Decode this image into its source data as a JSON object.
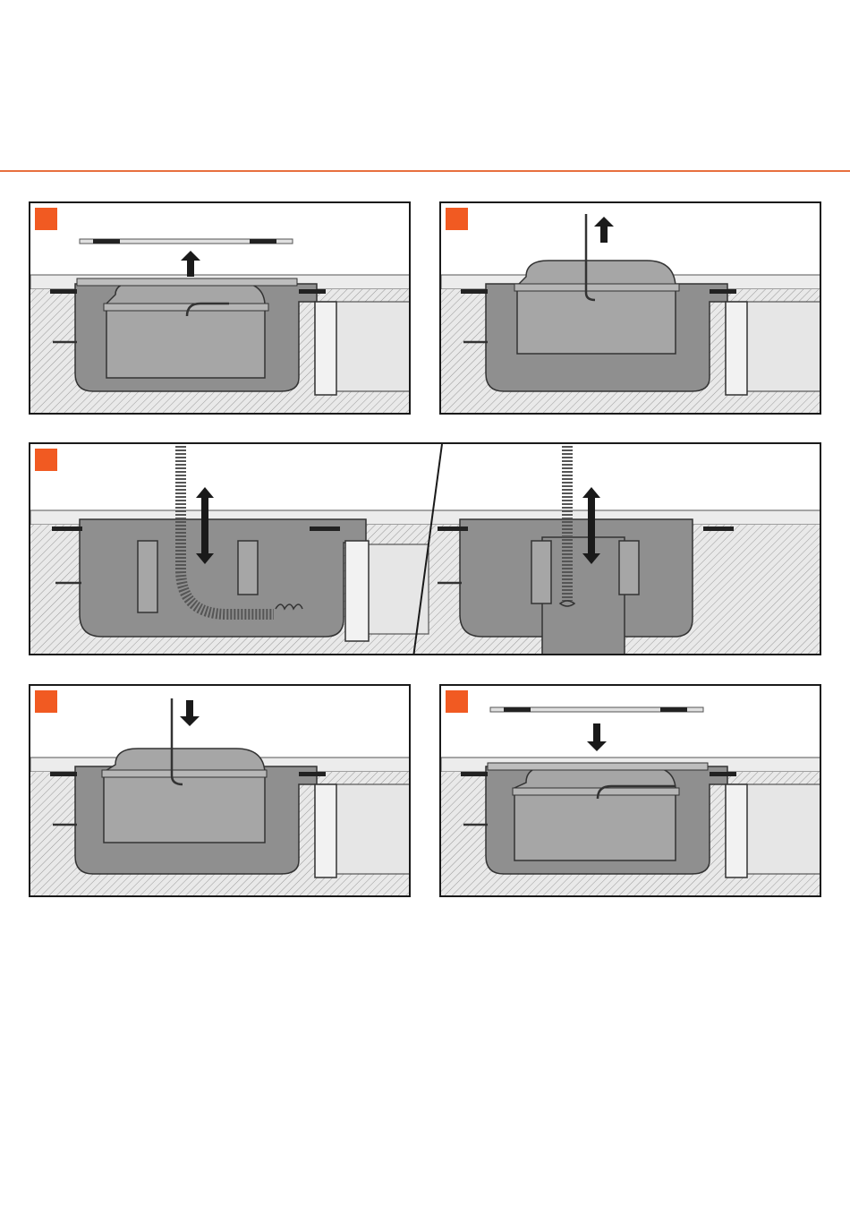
{
  "colors": {
    "accent": "#f15a22",
    "rule": "#e8703e",
    "frame": "#1a1a1a",
    "floor": "#e9e9e9",
    "drain_body": "#8f8f8f",
    "drain_fill": "#a6a6a6",
    "pipe": "#e6e6e6"
  },
  "panels": [
    {
      "id": "remove-cover",
      "icons": [
        "grate-cover",
        "arrow-up-icon"
      ]
    },
    {
      "id": "lift-out-trap",
      "icons": [
        "wire-handle",
        "arrow-up-icon"
      ]
    },
    {
      "id": "clean-drain-pipe",
      "icons": [
        "spiral-cleaning-hose",
        "arrow-up-down-icon"
      ]
    },
    {
      "id": "insert-trap",
      "icons": [
        "wire-handle",
        "arrow-down-icon"
      ]
    },
    {
      "id": "replace-cover",
      "icons": [
        "grate-cover",
        "arrow-down-icon"
      ]
    }
  ]
}
